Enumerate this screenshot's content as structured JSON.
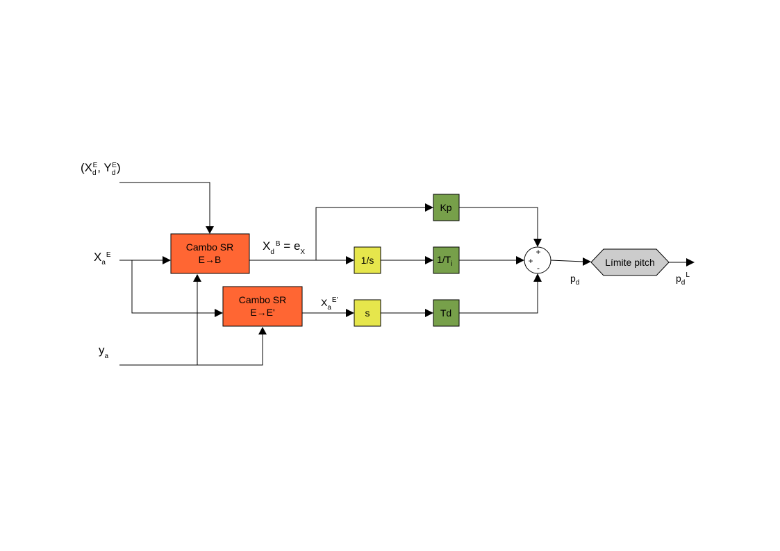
{
  "inputs": {
    "setpoint": {
      "open": "(X",
      "d1": "d",
      "E1": "E",
      "comma": ", Y",
      "d2": "d",
      "E2": "E",
      "close": ")"
    },
    "x_actual": {
      "main": "X",
      "sub": "a",
      "sup": "E"
    },
    "y_actual": {
      "main": "y",
      "sub": "a"
    }
  },
  "blocks": {
    "cambo_eb": {
      "line1": "Cambo SR",
      "line2": "E→B",
      "color": "#ff6633"
    },
    "cambo_ee": {
      "line1": "Cambo SR",
      "line2": "E→E'",
      "color": "#ff6633"
    },
    "integrator": {
      "label": "1/s",
      "color": "#e6e64c"
    },
    "derivative": {
      "label": "s",
      "color": "#e6e64c"
    },
    "kp": {
      "label": "Kp",
      "color": "#77a04a"
    },
    "ti": {
      "label": "1/T",
      "sub": "i",
      "color": "#77a04a"
    },
    "td": {
      "label": "Td",
      "color": "#77a04a"
    },
    "limit": {
      "label": "Límite pitch",
      "color": "#cccccc"
    }
  },
  "signals": {
    "error": {
      "main": "X",
      "sub": "d",
      "sup": "B",
      "eq": " = e",
      "eq_sub": "X"
    },
    "x_eprime": {
      "main": "X",
      "sub": "a",
      "sup": "E'"
    },
    "pd": {
      "main": "p",
      "sub": "d"
    },
    "pdl": {
      "main": "p",
      "sub": "d",
      "sup": "L"
    }
  },
  "summing": {
    "sign_top": "+",
    "sign_left": "+",
    "sign_bottom": "-"
  }
}
